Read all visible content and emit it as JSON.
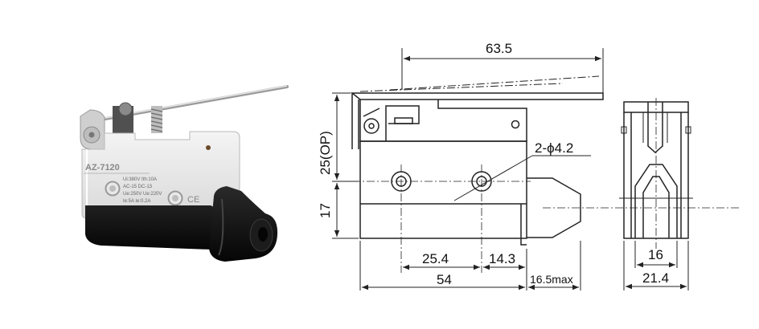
{
  "product": {
    "model_label": "AZ-7120",
    "ratings": [
      "Ui:380V  Ith:10A",
      "AC-15    DC-13",
      "Ue:250V Ue:220V",
      "Ie:5A     Ie:0.2A"
    ],
    "ce_mark": "CE"
  },
  "drawing": {
    "dim_total_length": "63.5",
    "dim_op_height": "25(OP)",
    "dim_body_height": "17",
    "dim_holes": "2-ϕ4.2",
    "dim_hole_pos_1": "25.4",
    "dim_hole_pos_2": "14.3",
    "dim_body_length": "54",
    "dim_plunger": "16.5max",
    "dim_end_inner": "16",
    "dim_end_outer": "21.4"
  }
}
